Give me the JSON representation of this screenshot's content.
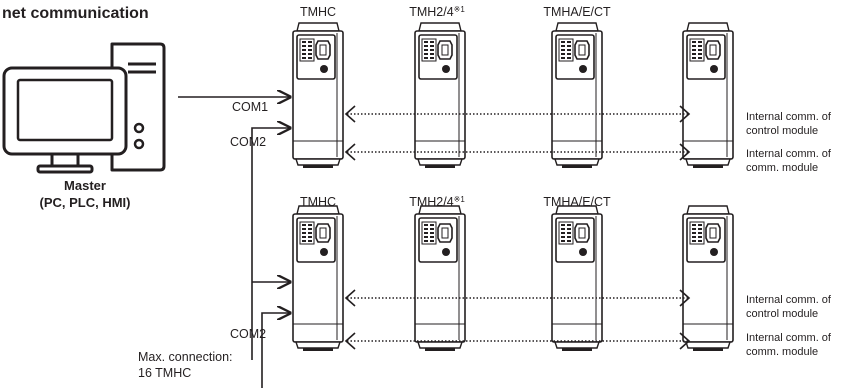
{
  "title": "net communication",
  "master": {
    "label_line1": "Master",
    "label_line2": "(PC, PLC, HMI)"
  },
  "ports": {
    "com1": "COM1",
    "com2_top": "COM2",
    "com2_bottom": "COM2"
  },
  "max_connection": {
    "line1": "Max. connection:",
    "line2": "16 TMHC"
  },
  "rows": [
    {
      "modules": [
        {
          "label": "TMHC",
          "sup": ""
        },
        {
          "label": "TMH2/4",
          "sup": "※1"
        },
        {
          "label": "TMHA/E/CT",
          "sup": ""
        },
        {
          "label": "",
          "sup": ""
        }
      ],
      "notes": [
        {
          "line1": "Internal comm. of",
          "line2": "control module"
        },
        {
          "line1": "Internal comm. of",
          "line2": "comm. module"
        }
      ]
    },
    {
      "modules": [
        {
          "label": "TMHC",
          "sup": ""
        },
        {
          "label": "TMH2/4",
          "sup": "※1"
        },
        {
          "label": "TMHA/E/CT",
          "sup": ""
        },
        {
          "label": "",
          "sup": ""
        }
      ],
      "notes": [
        {
          "line1": "Internal comm. of",
          "line2": "control module"
        },
        {
          "line1": "Internal comm. of",
          "line2": "comm. module"
        }
      ]
    }
  ]
}
